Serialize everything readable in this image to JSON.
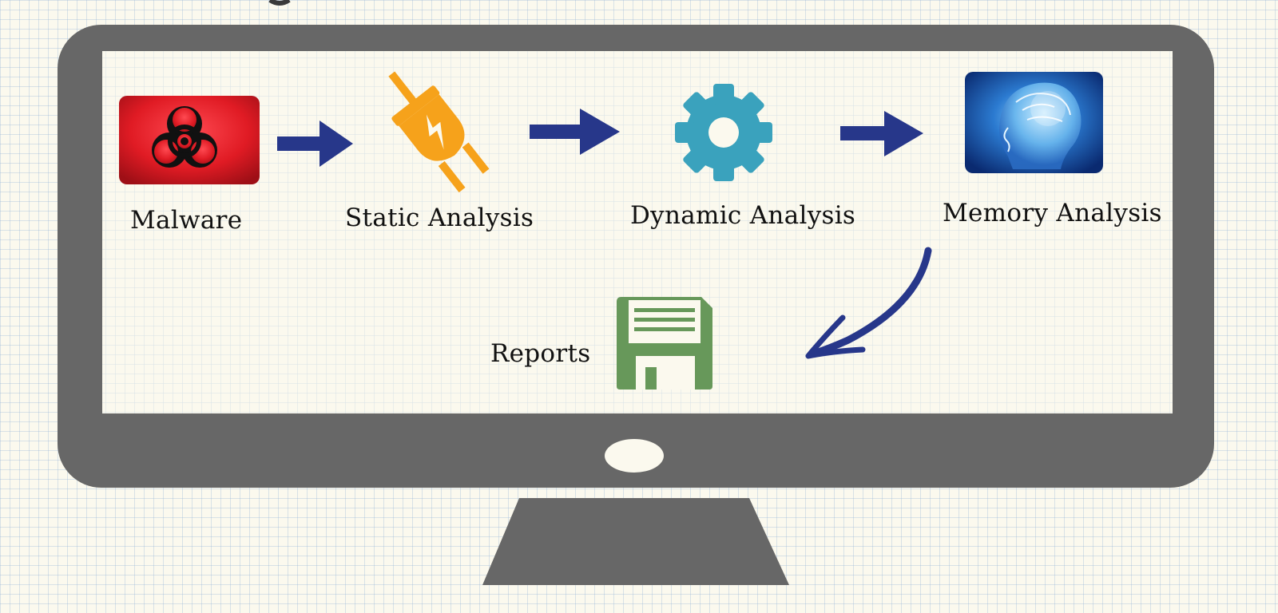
{
  "diagram": {
    "steps": [
      {
        "id": "malware",
        "label": "Malware",
        "icon": "biohazard-icon"
      },
      {
        "id": "static",
        "label": "Static Analysis",
        "icon": "plug-icon"
      },
      {
        "id": "dynamic",
        "label": "Dynamic Analysis",
        "icon": "gear-icon"
      },
      {
        "id": "memory",
        "label": "Memory Analysis",
        "icon": "brain-head-icon"
      }
    ],
    "output": {
      "label": "Reports",
      "icon": "floppy-disk-icon"
    },
    "colors": {
      "monitor": "#676767",
      "screen": "#fbf9ee",
      "arrow": "#27378a",
      "biohazard_bg": "#e01b24",
      "plug": "#f6a21b",
      "gear": "#3aa2bd",
      "brain_bg": "#0d3f92",
      "floppy": "#67985a"
    }
  }
}
